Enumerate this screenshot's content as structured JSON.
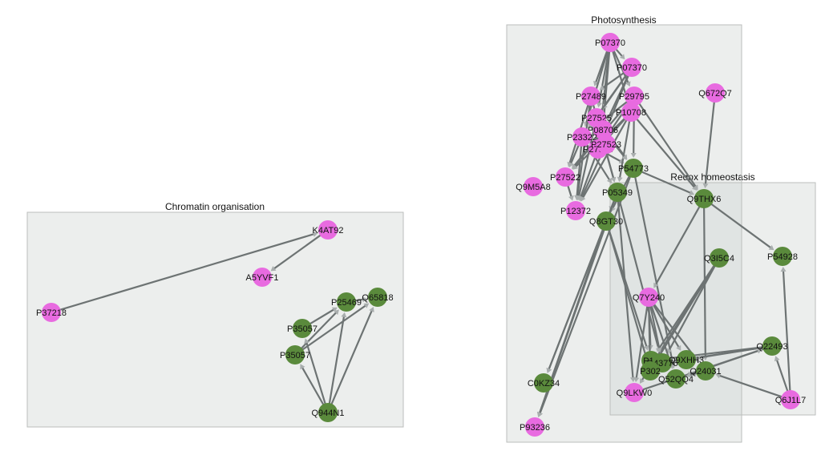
{
  "colors": {
    "pink": "#e86be0",
    "green": "#5a8a3c",
    "edge": "#6d7373",
    "arrow": "#a9aeae",
    "group_fill": "#eceeed",
    "group_stroke": "#bbbebc",
    "group_overlap_fill": "#dfe2e1"
  },
  "groups": [
    {
      "id": "chromatin",
      "title": "Chromatin organisation"
    },
    {
      "id": "photosynthesis",
      "title": "Photosynthesis"
    },
    {
      "id": "redox",
      "title": "Redox homeostasis"
    }
  ],
  "nodes": [
    {
      "id": "k4at92",
      "label": "K4AT92",
      "color": "pink"
    },
    {
      "id": "a5yvf1",
      "label": "A5YVF1",
      "color": "pink"
    },
    {
      "id": "p37218",
      "label": "P37218",
      "color": "pink"
    },
    {
      "id": "p25469",
      "label": "P25469",
      "color": "green"
    },
    {
      "id": "q65818",
      "label": "Q65818",
      "color": "green"
    },
    {
      "id": "p35057a",
      "label": "P35057",
      "color": "green"
    },
    {
      "id": "p35057b",
      "label": "P35057",
      "color": "green"
    },
    {
      "id": "q944n1",
      "label": "Q944N1",
      "color": "green"
    },
    {
      "id": "p07370a",
      "label": "P07370",
      "color": "pink"
    },
    {
      "id": "p07370b",
      "label": "P07370",
      "color": "pink"
    },
    {
      "id": "p27489",
      "label": "P27489",
      "color": "pink"
    },
    {
      "id": "p29795",
      "label": "P29795",
      "color": "pink"
    },
    {
      "id": "p10708",
      "label": "P10708",
      "color": "pink"
    },
    {
      "id": "p27525",
      "label": "P27525",
      "color": "pink"
    },
    {
      "id": "p08706",
      "label": "P08706",
      "color": "pink"
    },
    {
      "id": "p23322",
      "label": "P23322",
      "color": "pink"
    },
    {
      "id": "p27524",
      "label": "P27524",
      "color": "pink"
    },
    {
      "id": "p27523",
      "label": "P27523",
      "color": "pink"
    },
    {
      "id": "p27522",
      "label": "P27522",
      "color": "pink"
    },
    {
      "id": "q9m5a8",
      "label": "Q9M5A8",
      "color": "pink"
    },
    {
      "id": "p12372",
      "label": "P12372",
      "color": "pink"
    },
    {
      "id": "p54773",
      "label": "P54773",
      "color": "green"
    },
    {
      "id": "p05349",
      "label": "P05349",
      "color": "green"
    },
    {
      "id": "q8gt30",
      "label": "Q8GT30",
      "color": "green"
    },
    {
      "id": "c0kz34",
      "label": "C0KZ34",
      "color": "green"
    },
    {
      "id": "p93236",
      "label": "P93236",
      "color": "pink"
    },
    {
      "id": "q672q7",
      "label": "Q672Q7",
      "color": "pink"
    },
    {
      "id": "q9thx6",
      "label": "Q9THX6",
      "color": "green"
    },
    {
      "id": "p54928",
      "label": "P54928",
      "color": "green"
    },
    {
      "id": "q3i5c4",
      "label": "Q3I5C4",
      "color": "green"
    },
    {
      "id": "q7y240",
      "label": "Q7Y240",
      "color": "pink"
    },
    {
      "id": "p14",
      "label": "P14",
      "color": "green"
    },
    {
      "id": "q43776",
      "label": "Q43776",
      "color": "green"
    },
    {
      "id": "q9xhh3",
      "label": "Q9XHH3",
      "color": "green"
    },
    {
      "id": "p302",
      "label": "P302",
      "color": "green"
    },
    {
      "id": "q52qq4",
      "label": "Q52QQ4",
      "color": "green"
    },
    {
      "id": "q24031",
      "label": "Q24031",
      "color": "green"
    },
    {
      "id": "q22493",
      "label": "Q22493",
      "color": "green"
    },
    {
      "id": "q9lkw0",
      "label": "Q9LKW0",
      "color": "pink"
    },
    {
      "id": "q6j1l7",
      "label": "Q6J1L7",
      "color": "pink"
    }
  ],
  "edges": [
    [
      "k4at92",
      "a5yvf1"
    ],
    [
      "p37218",
      "k4at92"
    ],
    [
      "p35057a",
      "p25469"
    ],
    [
      "p35057b",
      "p25469"
    ],
    [
      "q944n1",
      "p35057b"
    ],
    [
      "q944n1",
      "p35057a"
    ],
    [
      "q944n1",
      "q65818"
    ],
    [
      "q944n1",
      "p25469"
    ],
    [
      "p35057b",
      "q65818"
    ],
    [
      "p25469",
      "q65818"
    ],
    [
      "p07370a",
      "p27489"
    ],
    [
      "p07370a",
      "p27525"
    ],
    [
      "p07370a",
      "p23322"
    ],
    [
      "p07370a",
      "p27524"
    ],
    [
      "p07370a",
      "p08706"
    ],
    [
      "p07370a",
      "p29795"
    ],
    [
      "p07370a",
      "p10708"
    ],
    [
      "p07370a",
      "p07370b"
    ],
    [
      "p07370b",
      "p27489"
    ],
    [
      "p07370b",
      "p27525"
    ],
    [
      "p07370b",
      "p23322"
    ],
    [
      "p07370b",
      "p27524"
    ],
    [
      "p07370b",
      "p08706"
    ],
    [
      "p29795",
      "p27524"
    ],
    [
      "p29795",
      "p23322"
    ],
    [
      "p29795",
      "p27522"
    ],
    [
      "p10708",
      "p27522"
    ],
    [
      "p10708",
      "p27524"
    ],
    [
      "p10708",
      "p12372"
    ],
    [
      "p27489",
      "p12372"
    ],
    [
      "p27489",
      "p27522"
    ],
    [
      "p23322",
      "p12372"
    ],
    [
      "p27525",
      "p12372"
    ],
    [
      "p27524",
      "p12372"
    ],
    [
      "p27523",
      "p12372"
    ],
    [
      "p08706",
      "p27522"
    ],
    [
      "p27522",
      "p12372"
    ],
    [
      "p23322",
      "p27522"
    ],
    [
      "p27524",
      "p54773"
    ],
    [
      "p27525",
      "p54773"
    ],
    [
      "p29795",
      "p54773"
    ],
    [
      "p10708",
      "p05349"
    ],
    [
      "p27489",
      "p05349"
    ],
    [
      "p23322",
      "p05349"
    ],
    [
      "p08706",
      "p54773"
    ],
    [
      "p27525",
      "p05349"
    ],
    [
      "p05349",
      "q8gt30"
    ],
    [
      "p54773",
      "q8gt30"
    ],
    [
      "p54773",
      "q9thx6"
    ],
    [
      "p10708",
      "q9thx6"
    ],
    [
      "p29795",
      "q9thx6"
    ],
    [
      "q672q7",
      "q9thx6"
    ],
    [
      "q8gt30",
      "c0kz34"
    ],
    [
      "p05349",
      "c0kz34"
    ],
    [
      "q8gt30",
      "p93236"
    ],
    [
      "p05349",
      "p93236"
    ],
    [
      "p54773",
      "p93236"
    ],
    [
      "p05349",
      "q9lkw0"
    ],
    [
      "q8gt30",
      "p14"
    ],
    [
      "p05349",
      "q43776"
    ],
    [
      "q8gt30",
      "p302"
    ],
    [
      "p54773",
      "q52qq4"
    ],
    [
      "q9thx6",
      "p54928"
    ],
    [
      "q9thx6",
      "q7y240"
    ],
    [
      "q9thx6",
      "q24031"
    ],
    [
      "q3i5c4",
      "p14"
    ],
    [
      "q3i5c4",
      "q43776"
    ],
    [
      "q3i5c4",
      "p302"
    ],
    [
      "q3i5c4",
      "q9lkw0"
    ],
    [
      "q7y240",
      "p14"
    ],
    [
      "q7y240",
      "q43776"
    ],
    [
      "q7y240",
      "q9xhh3"
    ],
    [
      "q7y240",
      "p302"
    ],
    [
      "q7y240",
      "q52qq4"
    ],
    [
      "q7y240",
      "q24031"
    ],
    [
      "q7y240",
      "q9lkw0"
    ],
    [
      "q22493",
      "p14"
    ],
    [
      "q22493",
      "q43776"
    ],
    [
      "q22493",
      "q9xhh3"
    ],
    [
      "q22493",
      "q52qq4"
    ],
    [
      "q6j1l7",
      "q22493"
    ],
    [
      "q6j1l7",
      "p54928"
    ],
    [
      "q6j1l7",
      "q24031"
    ],
    [
      "q9lkw0",
      "q22493"
    ],
    [
      "q24031",
      "q52qq4"
    ],
    [
      "q9xhh3",
      "q43776"
    ]
  ]
}
